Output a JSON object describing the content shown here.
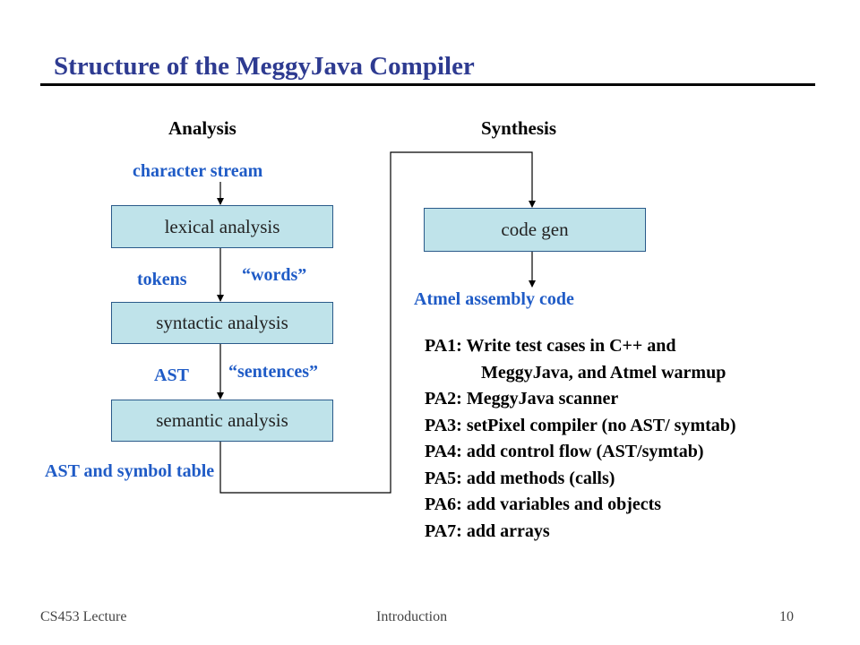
{
  "slide": {
    "title": "Structure of the MeggyJava Compiler",
    "headings": {
      "analysis": "Analysis",
      "synthesis": "Synthesis"
    },
    "labels": {
      "character_stream": "character stream",
      "tokens": "tokens",
      "words": "“words”",
      "ast": "AST",
      "sentences": "“sentences”",
      "ast_symbol_table": "AST and symbol table",
      "atmel_code": "Atmel assembly code"
    },
    "boxes": {
      "lexical": "lexical analysis",
      "syntactic": "syntactic analysis",
      "semantic": "semantic analysis",
      "codegen": "code gen"
    },
    "assignments": [
      {
        "first": "PA1: Write test cases in C++ and",
        "second": "MeggyJava, and Atmel warmup"
      },
      {
        "first": "PA2: MeggyJava scanner"
      },
      {
        "first": "PA3: setPixel compiler (no AST/ symtab)"
      },
      {
        "first": "PA4: add control flow (AST/symtab)"
      },
      {
        "first": "PA5: add methods (calls)"
      },
      {
        "first": "PA6: add variables and objects"
      },
      {
        "first": "PA7: add arrays"
      }
    ],
    "footer": {
      "left": "CS453 Lecture",
      "center": "Introduction",
      "right": "10"
    }
  }
}
